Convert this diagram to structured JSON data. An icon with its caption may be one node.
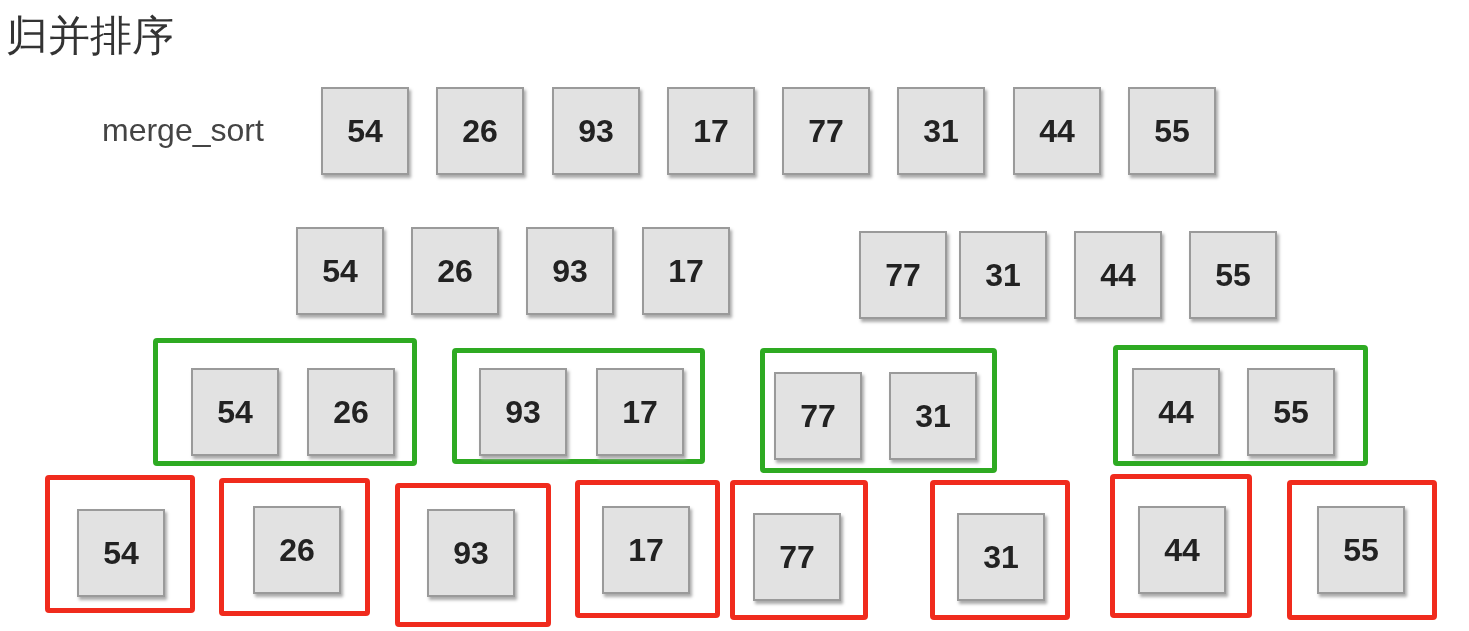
{
  "diagram": {
    "title": "归并排序",
    "nodes": [
      {
        "text": [
          "54"
        ]
      },
      {
        "text": [
          "26"
        ]
      },
      {
        "text": [
          "93"
        ]
      },
      {
        "text": [
          "17"
        ]
      },
      {
        "text": [
          "77"
        ]
      },
      {
        "text": [
          "31"
        ]
      },
      {
        "text": [
          "44"
        ]
      },
      {
        "text": [
          "55"
        ]
      },
      {
        "text": [
          "54"
        ]
      },
      {
        "text": [
          "26"
        ]
      },
      {
        "text": [
          "93"
        ]
      },
      {
        "text": [
          "17"
        ]
      },
      {
        "text": [
          "77"
        ]
      },
      {
        "text": [
          "31"
        ]
      },
      {
        "text": [
          "44"
        ]
      },
      {
        "text": [
          "55"
        ]
      },
      {
        "text": [],
        "shape": "box"
      },
      {
        "text": [
          "54"
        ],
        "in": 16
      },
      {
        "text": [
          "26"
        ],
        "in": 16
      },
      {
        "text": [],
        "shape": "box"
      },
      {
        "text": [
          "93"
        ],
        "in": 19
      },
      {
        "text": [
          "17"
        ],
        "in": 19
      },
      {
        "text": [],
        "shape": "box"
      },
      {
        "text": [
          "77"
        ],
        "in": 22
      },
      {
        "text": [
          "31"
        ],
        "in": 22
      },
      {
        "text": [],
        "shape": "box"
      },
      {
        "text": [
          "44"
        ],
        "in": 25
      },
      {
        "text": [
          "55"
        ],
        "in": 25
      },
      {
        "text": [],
        "shape": "box"
      },
      {
        "text": [
          "54"
        ],
        "in": 28
      },
      {
        "text": [],
        "shape": "box"
      },
      {
        "text": [
          "26"
        ],
        "in": 30
      },
      {
        "text": [],
        "shape": "box"
      },
      {
        "text": [
          "93"
        ],
        "in": 32
      },
      {
        "text": [],
        "shape": "box"
      },
      {
        "text": [
          "17"
        ],
        "in": 34
      },
      {
        "text": [],
        "shape": "box"
      },
      {
        "text": [
          "77"
        ],
        "in": 36
      },
      {
        "text": [],
        "shape": "box"
      },
      {
        "text": [
          "31"
        ],
        "in": 38
      },
      {
        "text": [],
        "shape": "box"
      },
      {
        "text": [
          "44"
        ],
        "in": 40
      },
      {
        "text": [],
        "shape": "box"
      },
      {
        "text": [
          "55"
        ],
        "in": 42
      }
    ],
    "labels": [
      "merge_sort"
    ]
  }
}
